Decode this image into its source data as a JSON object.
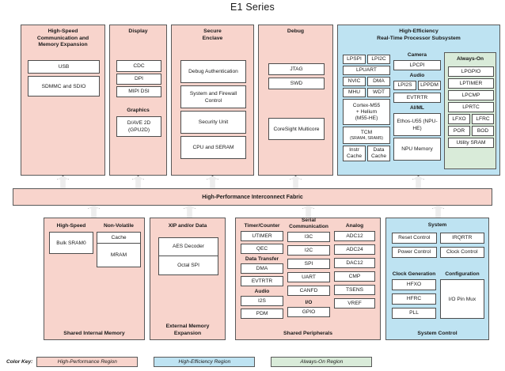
{
  "title": "E1 Series",
  "colors": {
    "high_performance": "#F8D4CC",
    "high_efficiency": "#BEE3F2",
    "always_on": "#D9EBD9",
    "border": "#595959",
    "arrow": "#EDEDED"
  },
  "fabric": {
    "label": "High-Performance Interconnect Fabric"
  },
  "top_regions": [
    {
      "id": "hs-comm",
      "title": "High-Speed\nCommunication and\nMemory Expansion",
      "title_lines": [
        "High-Speed",
        "Communication and",
        "Memory Expansion"
      ],
      "region_type": "high-performance",
      "blocks": [
        "USB",
        "SDMMC and SDIO"
      ]
    },
    {
      "id": "display",
      "title": "Display",
      "region_type": "high-performance",
      "blocks": [
        "CDC",
        "DPI",
        "MIPI DSI"
      ],
      "graphics_label": "Graphics",
      "graphics_block": "D/AVE 2D (GPU2D)"
    },
    {
      "id": "secure-enclave",
      "title_lines": [
        "Secure",
        "Enclave"
      ],
      "region_type": "high-performance",
      "blocks": [
        "Debug Authentication",
        "System and Firewall Control",
        "Security Unit",
        "CPU and SERAM"
      ]
    },
    {
      "id": "debug",
      "title": "Debug",
      "region_type": "high-performance",
      "blocks": [
        "JTAG",
        "SWD",
        "CoreSight Multicore"
      ]
    }
  ],
  "rtss": {
    "title_lines": [
      "High-Efficiency",
      "Real-Time Processor Subsystem"
    ],
    "region_type": "high-efficiency",
    "left_column": {
      "pairs_1": [
        "LPSPI",
        "LPI2C"
      ],
      "lpuart": "LPUART",
      "pairs_2": [
        "NVIC",
        "DMA"
      ],
      "pairs_3": [
        "MHU",
        "WDT"
      ],
      "cpu_lines": [
        "Cortex-M55",
        "+ Helium",
        "(M55-HE)"
      ],
      "tcm_label": "TCM",
      "tcm_sub": "(SRAM4, SRAM5)",
      "caches": [
        "Instr Cache",
        "Data Cache"
      ]
    },
    "mid_column": {
      "camera_label": "Camera",
      "camera_block": "LPCPI",
      "audio_label": "Audio",
      "audio_blocks": [
        "LPI2S",
        "LPPDM"
      ],
      "evtrtr": "EVTRTR",
      "aiml_label": "AI/ML",
      "aiml_blocks": [
        "Ethos-U55 (NPU-HE)",
        "NPU Memory"
      ]
    },
    "always_on": {
      "title": "Always-On",
      "region_type": "always-on",
      "blocks": [
        "LPGPIO",
        "LPTIMER",
        "LPCMP",
        "LPRTC"
      ],
      "pairs_1": [
        "LFXO",
        "LFRC"
      ],
      "pairs_2": [
        "POR",
        "BOD"
      ],
      "utility": "Utility SRAM"
    }
  },
  "bottom_regions": [
    {
      "id": "shared-internal-memory",
      "footer": "Shared Internal Memory",
      "region_type": "high-performance",
      "columns": [
        {
          "label": "High-Speed",
          "blocks": [
            "Bulk SRAM0"
          ]
        },
        {
          "label": "Non-Volatile",
          "blocks": [
            "Cache",
            "MRAM"
          ]
        }
      ]
    },
    {
      "id": "external-memory-expansion",
      "footer_lines": [
        "External Memory",
        "Expansion"
      ],
      "region_type": "high-performance",
      "header": "XIP and/or Data",
      "blocks": [
        "AES Decoder",
        "Octal SPI"
      ]
    }
  ],
  "shared_peripherals": {
    "footer": "Shared Peripherals",
    "region_type": "high-performance",
    "col1": {
      "group1_label": "Timer/Counter",
      "group1_blocks": [
        "UTIMER",
        "QEC"
      ],
      "group2_label": "Data Transfer",
      "group2_blocks": [
        "DMA",
        "EVTRTR"
      ],
      "group3_label": "Audio",
      "group3_blocks": [
        "I2S",
        "PDM"
      ]
    },
    "col2": {
      "group1_label_lines": [
        "Serial",
        "Communication"
      ],
      "group1_blocks": [
        "I3C",
        "I2C",
        "SPI",
        "UART",
        "CANFD"
      ],
      "group2_label": "I/O",
      "group2_blocks": [
        "GPIO"
      ]
    },
    "col3": {
      "group1_label": "Analog",
      "group1_blocks": [
        "ADC12",
        "ADC24",
        "DAC12",
        "CMP",
        "TSENS",
        "VREF"
      ]
    }
  },
  "system_control": {
    "footer": "System Control",
    "region_type": "high-efficiency",
    "header": "System",
    "grid": [
      [
        "Reset Control",
        "IRQRTR"
      ],
      [
        "Power Control",
        "Clock Control"
      ]
    ],
    "clock_gen_label": "Clock Generation",
    "clock_gen_blocks": [
      "HFXO",
      "HFRC",
      "PLL"
    ],
    "config_label": "Configuration",
    "config_block": "I/O Pin Mux"
  },
  "color_key": {
    "label": "Color Key:",
    "entries": [
      {
        "text": "High-Performance Region",
        "color": "#F8D4CC"
      },
      {
        "text": "High-Efficiency Region",
        "color": "#BEE3F2"
      },
      {
        "text": "Always-On Region",
        "color": "#D9EBD9"
      }
    ]
  }
}
